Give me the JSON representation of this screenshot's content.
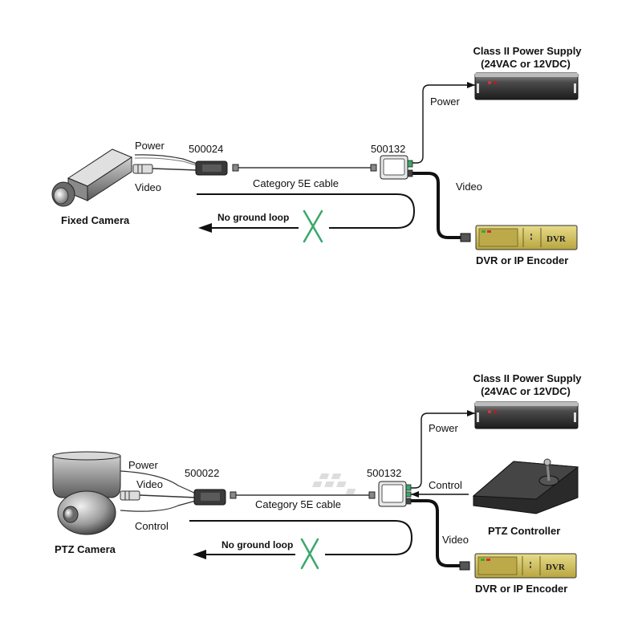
{
  "top": {
    "power_supply_line1": "Class II Power Supply",
    "power_supply_line2": "(24VAC or 12VDC)",
    "power_label": "Power",
    "camera_power_label": "Power",
    "video_label": "Video",
    "transceiver_left": "500024",
    "transceiver_right": "500132",
    "cable_label": "Category 5E cable",
    "no_ground_loop": "No ground loop",
    "right_video_label": "Video",
    "camera_label": "Fixed Camera",
    "dvr_label": "DVR or IP Encoder",
    "dvr_badge": "DVR"
  },
  "bottom": {
    "power_supply_line1": "Class II Power Supply",
    "power_supply_line2": "(24VAC or 12VDC)",
    "power_label": "Power",
    "camera_power_label": "Power",
    "video_label": "Video",
    "control_label": "Control",
    "transceiver_left": "500022",
    "transceiver_right": "500132",
    "cable_label": "Category 5E cable",
    "no_ground_loop": "No ground loop",
    "right_control_label": "Control",
    "right_video_label": "Video",
    "controller_label": "PTZ Controller",
    "camera_label": "PTZ Camera",
    "dvr_label": "DVR or IP Encoder",
    "dvr_badge": "DVR"
  },
  "colors": {
    "x_mark": "#3aa86a",
    "dvr_panel": "#c9b850",
    "psu_body": "#3a3a3a"
  }
}
